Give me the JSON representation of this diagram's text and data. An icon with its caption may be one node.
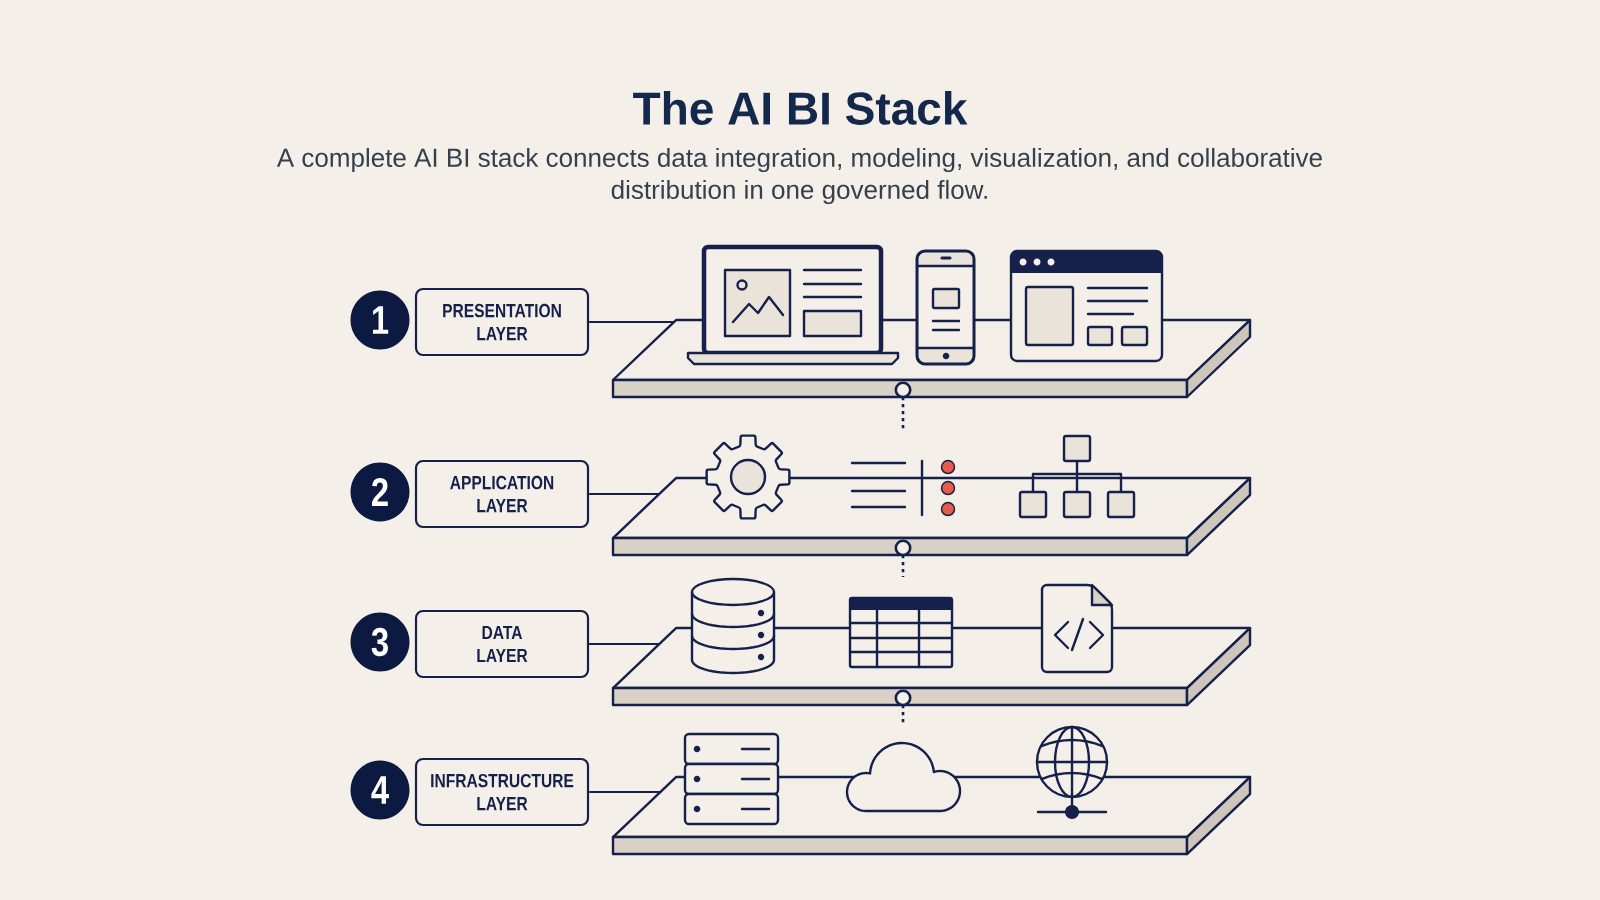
{
  "diagram": {
    "title": "The AI BI Stack",
    "caption": "A complete AI BI stack connects data integration, modeling, visualization, and collaborative distribution in one governed flow.",
    "nodes": [
      {
        "text": [
          "1"
        ]
      },
      {
        "text": [
          "PRESENTATION LAYER"
        ]
      },
      {
        "text": [],
        "shape": "picture"
      },
      {
        "text": [
          "2"
        ]
      },
      {
        "text": [
          "APPLICATION LAYER"
        ]
      },
      {
        "text": [],
        "shape": "picture"
      },
      {
        "text": [
          "3"
        ]
      },
      {
        "text": [
          "DATA LAYER"
        ]
      },
      {
        "text": [],
        "shape": "picture"
      },
      {
        "text": [
          "4"
        ]
      },
      {
        "text": [
          "INFRASTRUCTURE LAYER"
        ]
      },
      {
        "text": [],
        "shape": "picture"
      }
    ],
    "edges": [
      {
        "from": 1,
        "to": 2,
        "arrow": "none"
      },
      {
        "from": 4,
        "to": 5,
        "arrow": "none"
      },
      {
        "from": 7,
        "to": 8,
        "arrow": "none"
      },
      {
        "from": 10,
        "to": 11,
        "arrow": "none"
      },
      {
        "from": 2,
        "to": 5,
        "arrow": "other",
        "style": "dashed"
      },
      {
        "from": 5,
        "to": 8,
        "arrow": "other",
        "style": "dashed"
      },
      {
        "from": 8,
        "to": 11,
        "arrow": "other",
        "style": "dashed"
      }
    ]
  }
}
